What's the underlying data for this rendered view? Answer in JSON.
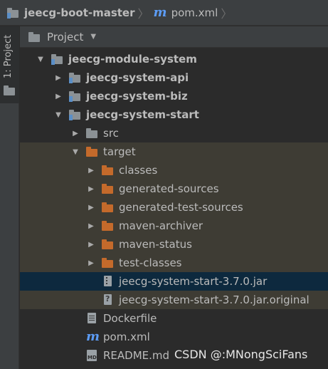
{
  "breadcrumb": {
    "project": "jeecg-boot-master",
    "file": "pom.xml"
  },
  "toolstrip": {
    "tab_label": "1: Project"
  },
  "panel": {
    "title": "Project"
  },
  "tree": {
    "items": [
      {
        "label": "jeecg-module-system"
      },
      {
        "label": "jeecg-system-api"
      },
      {
        "label": "jeecg-system-biz"
      },
      {
        "label": "jeecg-system-start"
      },
      {
        "label": "src"
      },
      {
        "label": "target"
      },
      {
        "label": "classes"
      },
      {
        "label": "generated-sources"
      },
      {
        "label": "generated-test-sources"
      },
      {
        "label": "maven-archiver"
      },
      {
        "label": "maven-status"
      },
      {
        "label": "test-classes"
      },
      {
        "label": "jeecg-system-start-3.7.0.jar"
      },
      {
        "label": "jeecg-system-start-3.7.0.jar.original"
      },
      {
        "label": "Dockerfile"
      },
      {
        "label": "pom.xml"
      },
      {
        "label": "README.md"
      }
    ]
  },
  "icons": {
    "module_folder": "module-folder-icon",
    "folder": "folder-icon",
    "excluded_folder": "excluded-folder-icon",
    "jar": "jar-icon",
    "file": "file-icon",
    "maven": "maven-m-icon",
    "markdown": "markdown-icon"
  },
  "colors": {
    "background": "#2b2b2b",
    "excluded_row": "#3e3c34",
    "selected_row": "#0d293e",
    "excluded_folder": "#c46a2b",
    "maven_blue": "#5c9cf5"
  },
  "watermark": "CSDN @:MNongSciFans"
}
